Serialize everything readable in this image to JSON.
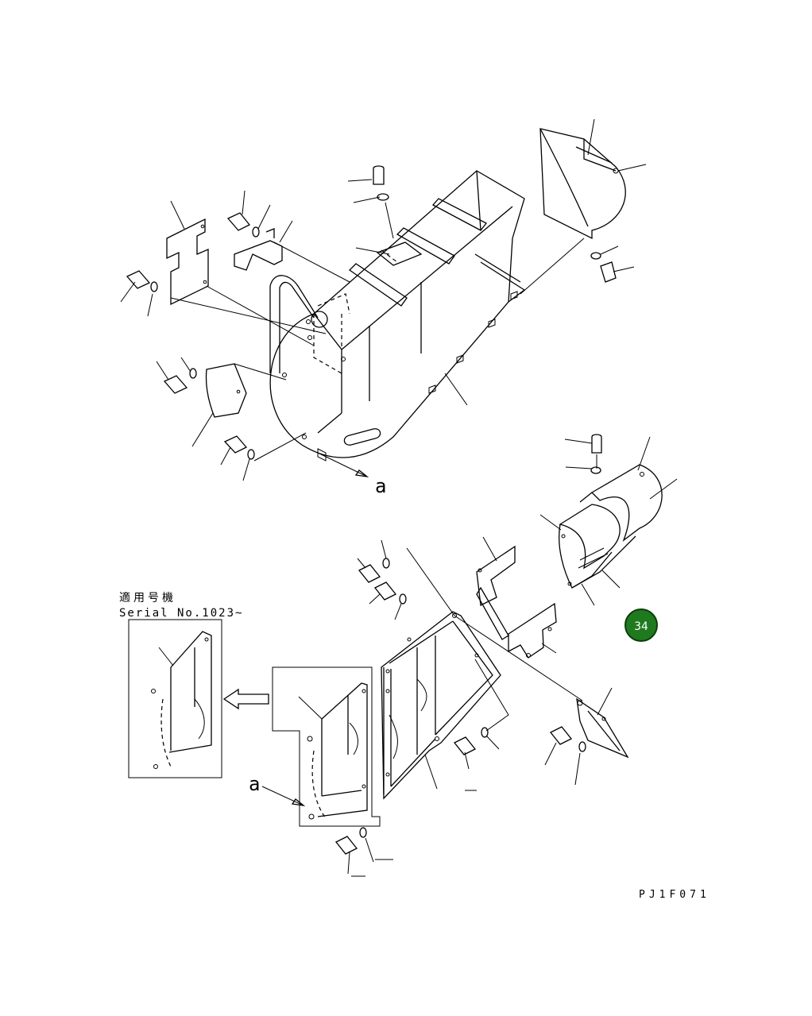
{
  "labels": {
    "view_marker_top": "a",
    "view_marker_bottom": "a",
    "applicable_jp": "適用号機",
    "serial_range": "Serial No.1023~",
    "drawing_code": "PJ1F071"
  },
  "callout": {
    "number": "34",
    "color": "#1f7a1f"
  }
}
